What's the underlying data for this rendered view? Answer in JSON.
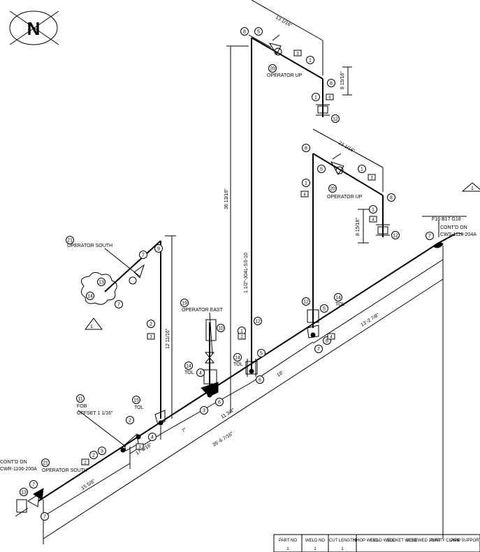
{
  "north_label": "N",
  "dimensions": {
    "top_width": "13 1/16\"",
    "top_drop": "8 15/16\"",
    "right_width": "23 1/16\"",
    "right_drop": "8 15/16\"",
    "tall_vertical": "36 13/16\"",
    "mid_vertical": "1 1/2\"-304L-SS-10",
    "left_vertical": "12 11/16\"",
    "seg_18": "18'",
    "seg_13_2_7_8": "13'-2 7/8\"",
    "seg_11_3_4": "11 3/4\"",
    "seg_7": "7\"",
    "seg_17_3_16": "17 3/16\"",
    "seg_15_5_8": "15 5/8\"",
    "overall": "35'-6 7/16\""
  },
  "labels": {
    "operator_up_1": "OPERATOR UP",
    "operator_up_2": "OPERATOR UP",
    "operator_south_1": "OPERATOR SOUTH",
    "operator_south_2": "OPERATOR SOUTH",
    "operator_east": "OPERATOR EAST",
    "fob": "FOB",
    "offset": "OFFSET 1 1/16\"",
    "tol_1": "TOL",
    "tol_2": "TOL",
    "tol_3": "TOL",
    "tol_4": "TOL",
    "contd_left_1": "CONT'D ON",
    "contd_left_2": "CWR-1106-200A",
    "contd_right_1": "CONT'D ON",
    "contd_right_2": "CWS-1110-204A",
    "tag_box": "F16 B17 G18",
    "rev_1": "1",
    "rev_2": "1"
  },
  "bubbles": {
    "b8a": "8",
    "b5a": "5",
    "b20a": "20",
    "b1a": "1",
    "b8b": "8",
    "b1b": "1",
    "b12a": "12",
    "b8c": "8",
    "b5b": "5",
    "b1c": "1",
    "b20b": "20",
    "b8d": "8",
    "b1d": "1",
    "b12b": "12",
    "b1e": "1",
    "b21a": "21",
    "b7a": "7",
    "b9": "9",
    "b13a": "13",
    "b14a": "14",
    "b7b": "7",
    "b2a": "2",
    "b19": "19",
    "b10": "10",
    "b4a": "4",
    "b14b": "14",
    "b6a": "6",
    "b3a": "3",
    "b1f": "1",
    "b12c": "12",
    "b5c": "5",
    "b14c": "14",
    "b6b": "6",
    "b12d": "12",
    "b14d": "14",
    "b5d": "5",
    "b7c": "7",
    "b6c": "6",
    "b7d": "7",
    "b11": "11",
    "b2b": "2",
    "b15": "15",
    "b4b": "4",
    "b3b": "3",
    "b2c": "2",
    "b21b": "21",
    "b13b": "13",
    "b7e": "7",
    "b7f": "7"
  },
  "weld_tags": {
    "w3a": "3",
    "w6a": "6",
    "w3b": "3",
    "w4a": "4",
    "w4b": "4",
    "w3c": "3",
    "w2a": "2",
    "w4c": "4",
    "w2b": "2",
    "w3d": "3"
  },
  "legend": {
    "headers": [
      "PART NO",
      "WELD NO",
      "CUT LENGTH",
      "SHOP WELD",
      "FIELD WELD",
      "SOCKET WELD",
      "SCREWED JOINT",
      "PURITY CLAMP",
      "PIPE SUPPORT"
    ],
    "part_no_sym": "1",
    "weld_no_sym": "1",
    "cut_length_sym": "1"
  }
}
